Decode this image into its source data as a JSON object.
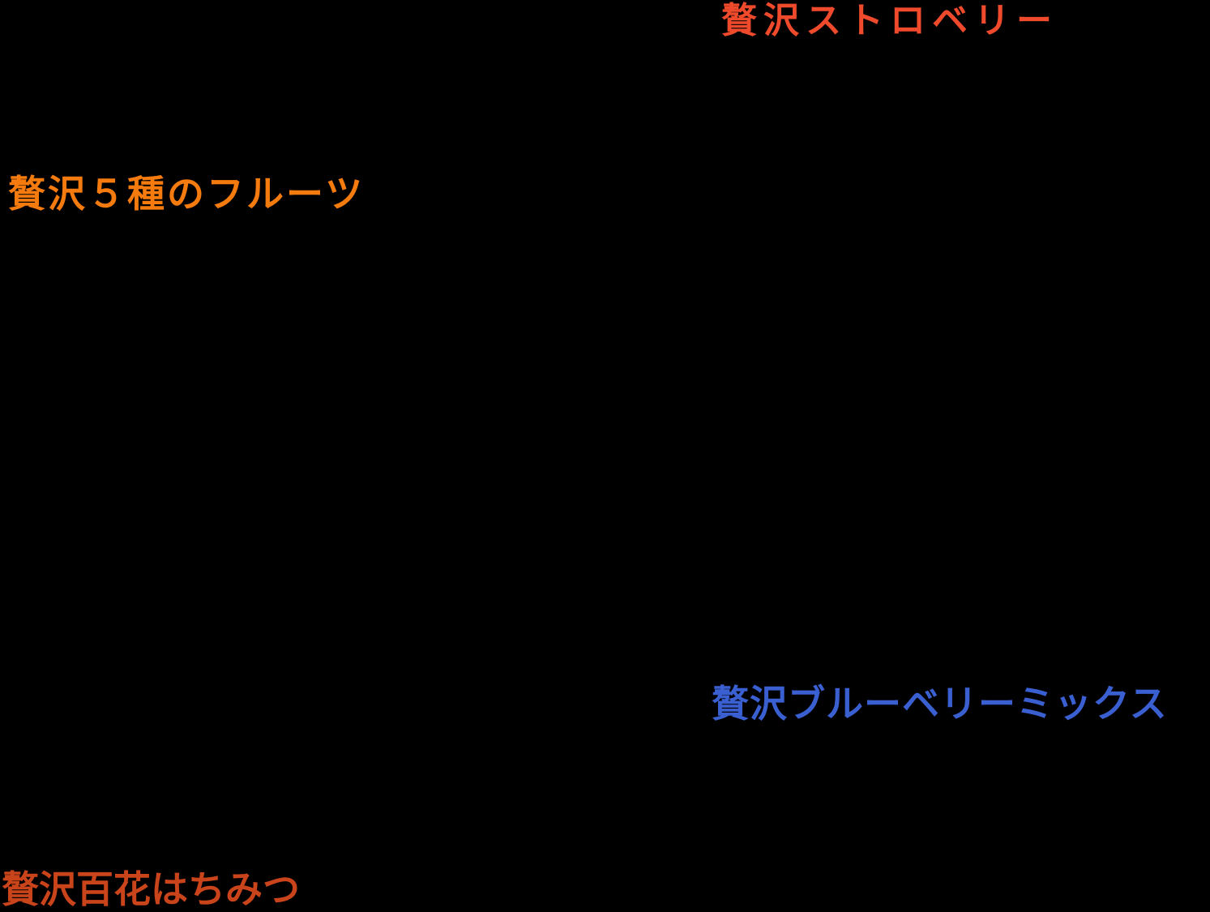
{
  "canvas": {
    "background": "#000000"
  },
  "labels": [
    {
      "text": "贅沢ストロベリー",
      "color": "#f04a2c"
    },
    {
      "text": "贅沢５種のフルーツ",
      "color": "#f57b0f"
    },
    {
      "text": "贅沢ブルーベリーミックス",
      "color": "#3a5fd1"
    },
    {
      "text": "贅沢百花はちみつ",
      "color": "#c9441a"
    }
  ]
}
